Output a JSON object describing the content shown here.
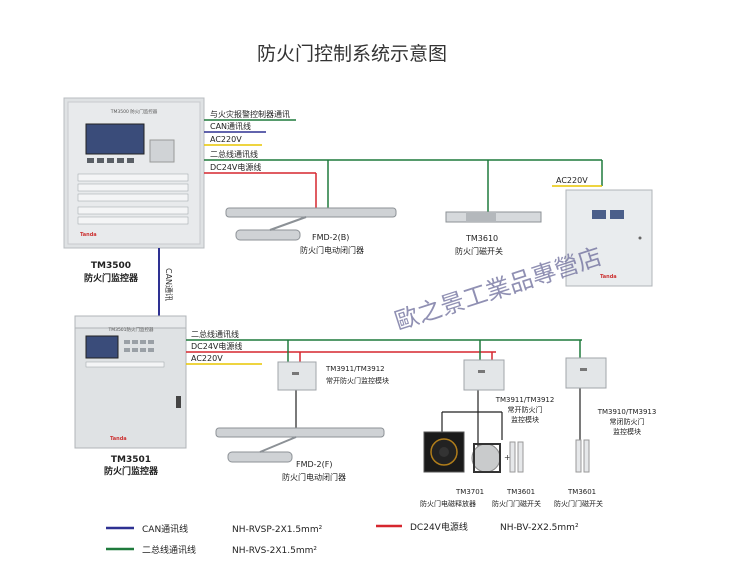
{
  "title": "防火门控制系统示意图",
  "colors": {
    "can": "#2e3192",
    "bus": "#1f7a3c",
    "dc24v": "#d6262e",
    "ac220v": "#e8c600",
    "fire_link": "#1f7a3c"
  },
  "panel_top": {
    "model": "TM3500",
    "name": "防火门监控器",
    "brand": "Tanda",
    "plate": "TM3500 防火门监控器"
  },
  "panel_bottom": {
    "model": "TM3501",
    "name": "防火门监控器",
    "brand": "Tanda",
    "plate": "TM3501防火门监控器"
  },
  "can_link_label": "CAN通讯",
  "top_lines": {
    "fire_alarm": "与火灾报警控制器通讯",
    "can": "CAN通讯线",
    "ac220v": "AC220V",
    "bus": "二总线通讯线",
    "dc24v": "DC24V电源线"
  },
  "bottom_lines": {
    "bus": "二总线通讯线",
    "dc24v": "DC24V电源线",
    "ac220v": "AC220V"
  },
  "power_box": {
    "ac_label": "AC220V",
    "brand": "Tanda"
  },
  "devices": {
    "fmd2b": {
      "model": "FMD-2(B)",
      "desc": "防火门电动闭门器"
    },
    "tm3610": {
      "model": "TM3610",
      "desc": "防火门磁开关"
    },
    "tm3911_a": {
      "model": "TM3911/TM3912",
      "desc": "常开防火门监控模块"
    },
    "fmd2f": {
      "model": "FMD-2(F)",
      "desc": "防火门电动闭门器"
    },
    "tm3911_b": {
      "model": "TM3911/TM3912",
      "desc1": "常开防火门",
      "desc2": "监控模块"
    },
    "tm3910": {
      "model": "TM3910/TM3913",
      "desc1": "常闭防火门",
      "desc2": "监控模块"
    },
    "tm3701": {
      "model": "TM3701",
      "desc": "防火门电磁释放器"
    },
    "tm3601_a": {
      "model": "TM3601",
      "desc": "防火门门磁开关"
    },
    "tm3601_b": {
      "model": "TM3601",
      "desc": "防火门门磁开关"
    }
  },
  "legend": [
    {
      "label": "CAN通讯线",
      "spec": "NH-RVSP-2X1.5mm²"
    },
    {
      "label": "二总线通讯线",
      "spec": "NH-RVS-2X1.5mm²"
    },
    {
      "label": "DC24V电源线",
      "spec": "NH-BV-2X2.5mm²"
    }
  ],
  "watermark": "歐之景工業品專營店"
}
